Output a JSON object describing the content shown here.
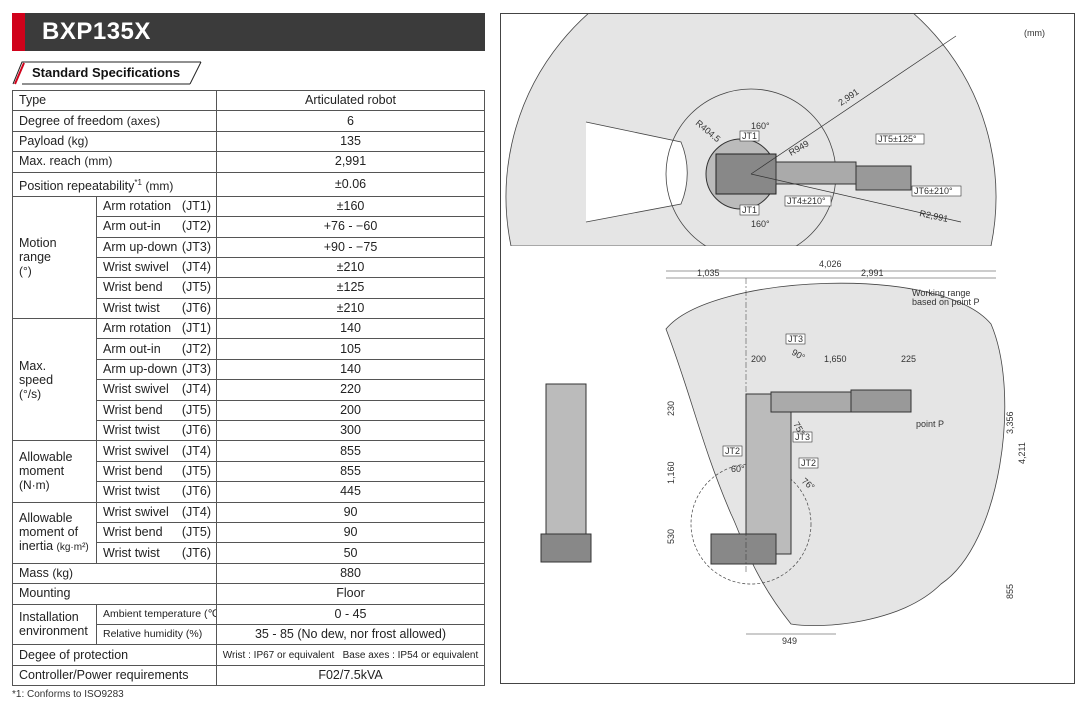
{
  "model": "BXP135X",
  "section_title": "Standard Specifications",
  "specs": {
    "type": {
      "label": "Type",
      "value": "Articulated robot"
    },
    "dof": {
      "label": "Degree of freedom",
      "unit": "(axes)",
      "value": "6"
    },
    "payload": {
      "label": "Payload",
      "unit": "(kg)",
      "value": "135"
    },
    "reach": {
      "label": "Max. reach",
      "unit": "(mm)",
      "value": "2,991"
    },
    "repeat": {
      "label": "Position repeatability",
      "note": "*1",
      "unit": "(mm)",
      "value": "±0.06"
    },
    "motion": {
      "group1": "Motion",
      "group2": "range",
      "unit": "(°)",
      "rows": [
        {
          "name": "Arm rotation",
          "jt": "(JT1)",
          "value": "±160"
        },
        {
          "name": "Arm out-in",
          "jt": "(JT2)",
          "value": "+76 - −60"
        },
        {
          "name": "Arm up-down",
          "jt": "(JT3)",
          "value": "+90 - −75"
        },
        {
          "name": "Wrist swivel",
          "jt": "(JT4)",
          "value": "±210"
        },
        {
          "name": "Wrist bend",
          "jt": "(JT5)",
          "value": "±125"
        },
        {
          "name": "Wrist twist",
          "jt": "(JT6)",
          "value": "±210"
        }
      ]
    },
    "speed": {
      "group1": "Max.",
      "group2": "speed",
      "unit": "(°/s)",
      "rows": [
        {
          "name": "Arm rotation",
          "jt": "(JT1)",
          "value": "140"
        },
        {
          "name": "Arm out-in",
          "jt": "(JT2)",
          "value": "105"
        },
        {
          "name": "Arm up-down",
          "jt": "(JT3)",
          "value": "140"
        },
        {
          "name": "Wrist swivel",
          "jt": "(JT4)",
          "value": "220"
        },
        {
          "name": "Wrist bend",
          "jt": "(JT5)",
          "value": "200"
        },
        {
          "name": "Wrist twist",
          "jt": "(JT6)",
          "value": "300"
        }
      ]
    },
    "moment": {
      "group1": "Allowable",
      "group2": "moment",
      "unit": "(N·m)",
      "rows": [
        {
          "name": "Wrist swivel",
          "jt": "(JT4)",
          "value": "855"
        },
        {
          "name": "Wrist bend",
          "jt": "(JT5)",
          "value": "855"
        },
        {
          "name": "Wrist twist",
          "jt": "(JT6)",
          "value": "445"
        }
      ]
    },
    "inertia": {
      "group1": "Allowable",
      "group2": "moment of",
      "group3": "inertia",
      "unit": "(kg·m²)",
      "rows": [
        {
          "name": "Wrist swivel",
          "jt": "(JT4)",
          "value": "90"
        },
        {
          "name": "Wrist bend",
          "jt": "(JT5)",
          "value": "90"
        },
        {
          "name": "Wrist twist",
          "jt": "(JT6)",
          "value": "50"
        }
      ]
    },
    "mass": {
      "label": "Mass",
      "unit": "(kg)",
      "value": "880"
    },
    "mounting": {
      "label": "Mounting",
      "value": "Floor"
    },
    "install": {
      "group1": "Installation",
      "group2": "environment",
      "rows": [
        {
          "name": "Ambient temperature (℃)",
          "value": "0 - 45"
        },
        {
          "name": "Relative humidity (%)",
          "value": "35 - 85 (No dew, nor frost allowed)"
        }
      ]
    },
    "protection": {
      "label": "Degee of protection",
      "value": "Wrist : IP67 or equivalent   Base axes : IP54 or equivalent"
    },
    "controller": {
      "label": "Controller/Power requirements",
      "value": "F02/7.5kVA"
    }
  },
  "footnote": "*1: Conforms to ISO9283",
  "diagram": {
    "unit_label": "(mm)",
    "top": {
      "r2991": "2,991",
      "r404": "R404.5",
      "r949": "R949",
      "r2991b": "R2,991",
      "jt1a": "JT1",
      "jt1b": "JT1",
      "deg160a": "160°",
      "deg160b": "160°",
      "jt4": "JT4±210°",
      "jt5": "JT5±125°",
      "jt6": "JT6±210°"
    },
    "side": {
      "d4026": "4,026",
      "d1035": "1,035",
      "d2991": "2,991",
      "working1": "Working range",
      "working2": "based on point P",
      "jt3a": "JT3",
      "deg90": "90°",
      "d200": "200",
      "d1650": "1,650",
      "d225": "225",
      "d230": "230",
      "d1160": "1,160",
      "d530": "530",
      "jt2a": "JT2",
      "deg60": "60°",
      "jt2b": "JT2",
      "deg76": "76°",
      "jt3b": "JT3",
      "deg75": "75°",
      "pointp": "point P",
      "d3356": "3,356",
      "d4211": "4,211",
      "d855": "855",
      "d949": "949"
    }
  }
}
